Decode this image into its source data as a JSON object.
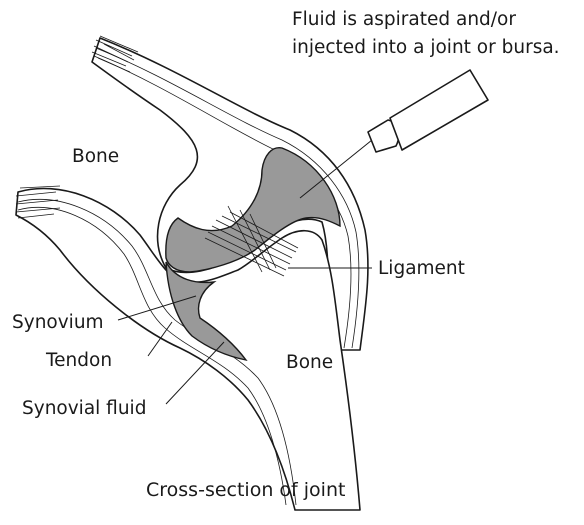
{
  "labels": {
    "instruction_line1": "Fluid is aspirated and/or",
    "instruction_line2": "injected into a joint or bursa.",
    "bone_upper": "Bone",
    "bone_lower": "Bone",
    "ligament": "Ligament",
    "synovium": "Synovium",
    "tendon": "Tendon",
    "synovial_fluid": "Synovial fluid",
    "caption": "Cross-section of joint"
  },
  "colors": {
    "fluid": "#999999",
    "line": "#1a1a1a",
    "background": "#ffffff"
  }
}
